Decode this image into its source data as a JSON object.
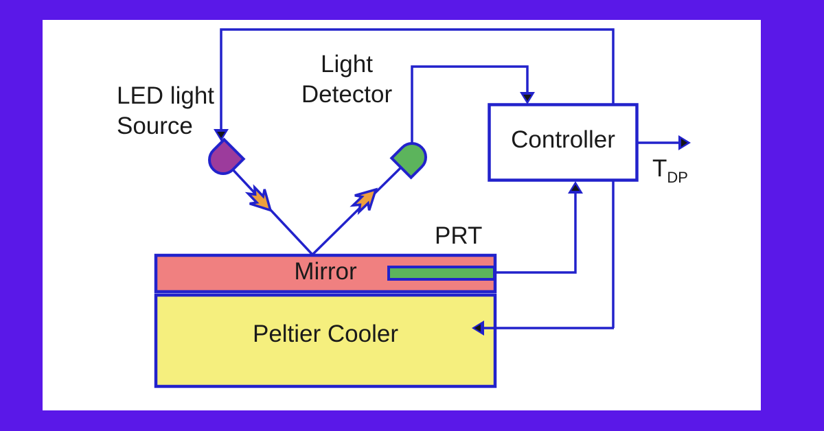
{
  "labels": {
    "led_source_line1": "LED light",
    "led_source_line2": "Source",
    "detector_line1": "Light",
    "detector_line2": "Detector",
    "controller": "Controller",
    "prt": "PRT",
    "mirror": "Mirror",
    "peltier_cooler": "Peltier Cooler",
    "output_t": "T",
    "output_t_sub": "DP"
  },
  "colors": {
    "frame-purple": "#5a18e8",
    "canvas-white": "#ffffff",
    "line-blue": "#2222cb",
    "arrow-core": "#141418",
    "led-purple": "#9c3b9c",
    "detector-green": "#5cb45c",
    "beam-orange": "#eda03e",
    "mirror-pink": "#f08080",
    "prt-green": "#5cb45c",
    "cooler-yellow": "#f5ef7e",
    "text-black": "#1a1a1a"
  }
}
